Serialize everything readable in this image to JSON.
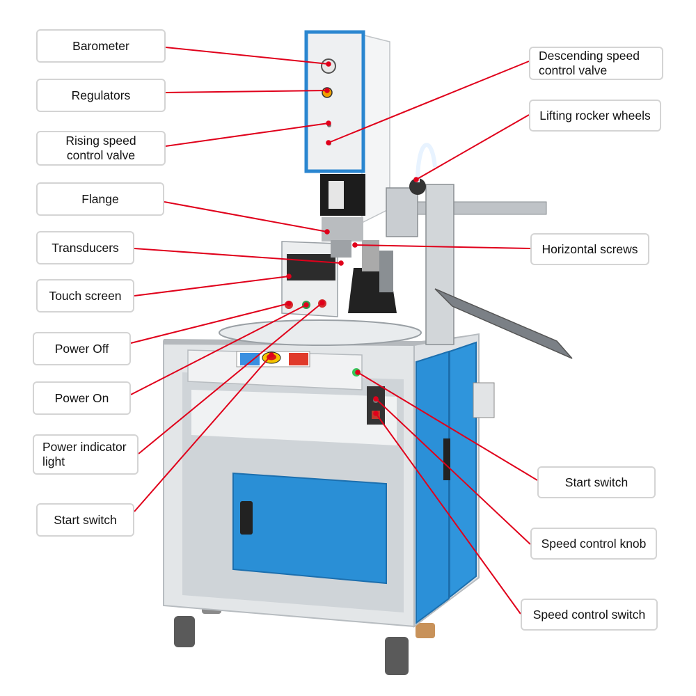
{
  "colors": {
    "leader": "#e0001b",
    "callout_border": "#d4d4d4",
    "cabinet_blue": "#2a8fd6",
    "frame_grey": "#e6e8ea",
    "housing_blue": "#2a86d0"
  },
  "callouts": [
    {
      "id": "barometer",
      "label": "Barometer"
    },
    {
      "id": "regulators",
      "label": "Regulators"
    },
    {
      "id": "rising-speed-valve",
      "label": "Rising speed\ncontrol valve"
    },
    {
      "id": "flange",
      "label": "Flange"
    },
    {
      "id": "transducers",
      "label": "Transducers"
    },
    {
      "id": "touch-screen",
      "label": "Touch screen"
    },
    {
      "id": "power-off",
      "label": "Power Off"
    },
    {
      "id": "power-on",
      "label": "Power On"
    },
    {
      "id": "power-indicator",
      "label": "Power indicator\nlight"
    },
    {
      "id": "start-switch-left",
      "label": "Start switch"
    },
    {
      "id": "descending-speed-valve",
      "label": "Descending speed\ncontrol valve"
    },
    {
      "id": "lifting-rocker-wheels",
      "label": "Lifting rocker wheels"
    },
    {
      "id": "horizontal-screws",
      "label": "Horizontal screws"
    },
    {
      "id": "start-switch-right",
      "label": "Start switch"
    },
    {
      "id": "speed-control-knob",
      "label": "Speed control knob"
    },
    {
      "id": "speed-control-switch",
      "label": "Speed control switch"
    }
  ]
}
